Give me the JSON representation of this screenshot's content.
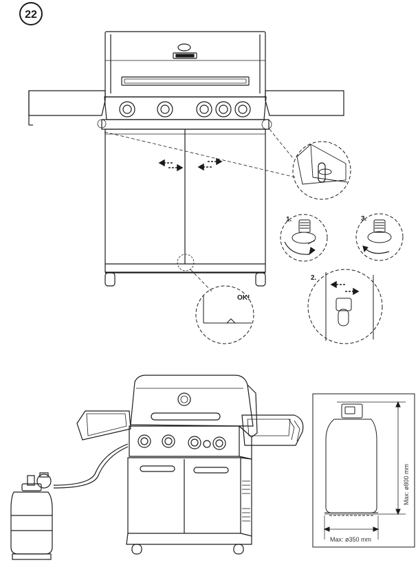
{
  "step": {
    "number": "22"
  },
  "callouts": {
    "step1": "1.",
    "step2": "2.",
    "step3": "3.",
    "ok": "OK!"
  },
  "cylinder_limits": {
    "max_height": "Max: ø800 mm",
    "max_diameter": "Max: ø350 mm"
  },
  "icons": [
    "arrow-left-icon",
    "arrow-right-icon",
    "rotate-icon",
    "screw-icon"
  ]
}
